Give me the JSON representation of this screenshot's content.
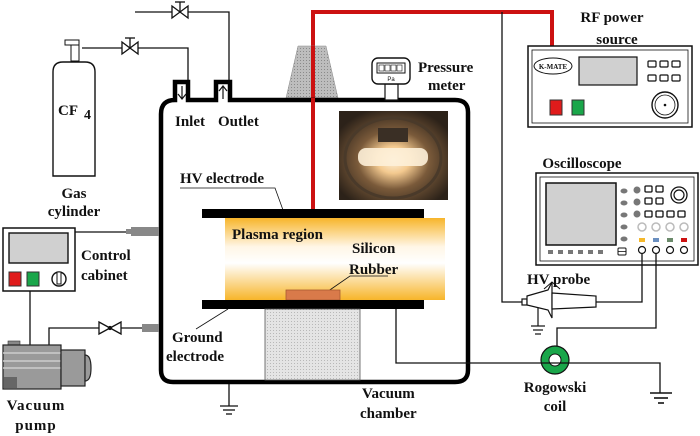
{
  "diagram": {
    "labels": {
      "gas_cylinder_formula": "CF",
      "gas_cylinder_subscript": "4",
      "gas_cylinder_line1": "Gas",
      "gas_cylinder_line2": "cylinder",
      "inlet": "Inlet",
      "outlet": "Outlet",
      "pressure_line1": "Pressure",
      "pressure_line2": "meter",
      "pressure_unit": "Pa",
      "rf_line1": "RF power",
      "rf_line2": "source",
      "rf_brand": "K-MATE",
      "oscilloscope": "Oscilloscope",
      "hv_electrode": "HV electrode",
      "plasma_region": "Plasma region",
      "silicon_line1": "Silicon",
      "silicon_line2": "Rubber",
      "control_line1": "Control",
      "control_line2": "cabinet",
      "ground_line1": "Ground",
      "ground_line2": "electrode",
      "hv_probe": "HV probe",
      "vacuum_pump_line1": "Vacuum",
      "vacuum_pump_line2": "pump",
      "vacuum_chamber_line1": "Vacuum",
      "vacuum_chamber_line2": "chamber",
      "rogowski_line1": "Rogowski",
      "rogowski_line2": "coil"
    },
    "colors": {
      "rf_line": "#cc1111",
      "button_red": "#e01b1b",
      "button_green": "#1aa64a",
      "rogowski": "#1aa64a",
      "plasma": "#f7b52a",
      "sample": "#d97a4a",
      "screen": "#d0d0d0"
    }
  }
}
